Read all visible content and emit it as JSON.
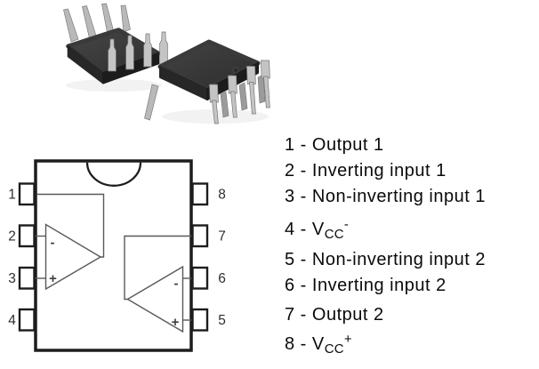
{
  "colors": {
    "background": "#ffffff",
    "ink": "#0a0a0a",
    "diagram-line": "#58595b",
    "diagram-border": "#1d1d1f"
  },
  "photo": {
    "left_package": "dip8-package-inverted",
    "right_package": "dip8-package-upright"
  },
  "diagram": {
    "left_pins": [
      "1",
      "2",
      "3",
      "4"
    ],
    "right_pins": [
      "8",
      "7",
      "6",
      "5"
    ],
    "opamp1": {
      "minus": "-",
      "plus": "+"
    },
    "opamp2": {
      "minus": "-",
      "plus": "+"
    }
  },
  "pinlist": {
    "items": [
      {
        "text": "1 - Output 1"
      },
      {
        "text": "2 - Inverting input 1"
      },
      {
        "text": "3 - Non-inverting input 1"
      },
      {
        "prefix": "4 - V",
        "sub": "CC",
        "sup": "-"
      },
      {
        "text": "5 - Non-inverting input 2"
      },
      {
        "text": "6 - Inverting input 2"
      },
      {
        "text": "7 - Output 2"
      },
      {
        "prefix": "8 - V",
        "sub": "CC",
        "sup": "+"
      }
    ]
  }
}
